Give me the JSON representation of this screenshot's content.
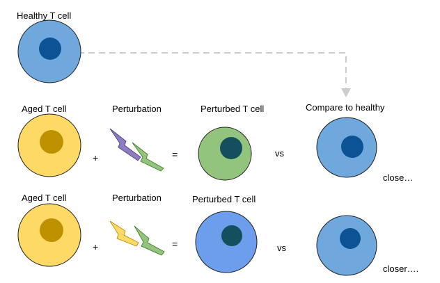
{
  "healthy": {
    "label": "Healthy T cell"
  },
  "rows": [
    {
      "aged_label": "Aged T cell",
      "perturbation_label": "Perturbation",
      "perturbed_label": "Perturbed T cell",
      "compare_label": "Compare to healthy",
      "plus": "+",
      "equals": "=",
      "vs": "vs",
      "result": "close…",
      "bolt_colors": [
        "#8e7cc3",
        "#93c47d"
      ],
      "perturbed_cell_color": "#93c47d"
    },
    {
      "aged_label": "Aged T cell",
      "perturbation_label": "Perturbation",
      "perturbed_label": "Perturbed T cell",
      "plus": "+",
      "equals": "=",
      "vs": "vs",
      "result": "closer….",
      "bolt_colors": [
        "#ffd966",
        "#93c47d"
      ],
      "perturbed_cell_color": "#6d9eeb"
    }
  ],
  "colors": {
    "healthy_cell": "#6fa8dc",
    "healthy_nucleus": "#0b5394",
    "aged_cell": "#ffd966",
    "aged_nucleus": "#bf9000",
    "perturbed_nucleus": "#134f5c",
    "arrow": "#cccccc"
  }
}
